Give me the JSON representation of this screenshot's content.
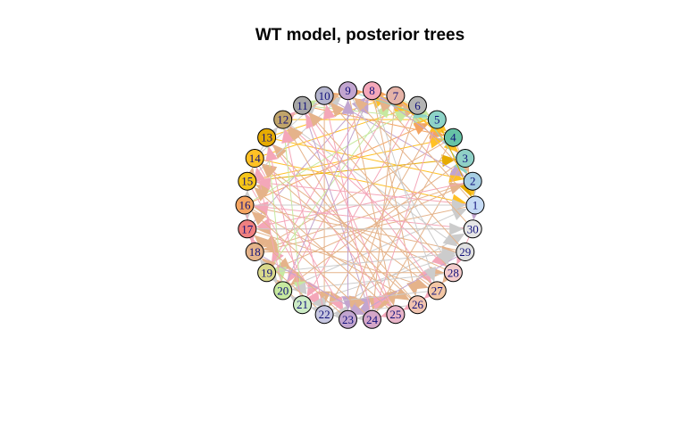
{
  "title": "WT model, posterior trees",
  "graph": {
    "nodes": [
      {
        "id": "1",
        "color": "#c6dbf5"
      },
      {
        "id": "2",
        "color": "#a6cee3"
      },
      {
        "id": "3",
        "color": "#8fd0c6"
      },
      {
        "id": "4",
        "color": "#66c2a5"
      },
      {
        "id": "5",
        "color": "#8dd3c7"
      },
      {
        "id": "6",
        "color": "#b3b3b3"
      },
      {
        "id": "7",
        "color": "#e5b3a8"
      },
      {
        "id": "8",
        "color": "#f4a7b9"
      },
      {
        "id": "9",
        "color": "#c2a5cf"
      },
      {
        "id": "10",
        "color": "#b3b3cc"
      },
      {
        "id": "11",
        "color": "#a6a6a6"
      },
      {
        "id": "12",
        "color": "#c0a46b"
      },
      {
        "id": "13",
        "color": "#e6ab02"
      },
      {
        "id": "14",
        "color": "#ffc125"
      },
      {
        "id": "15",
        "color": "#f5c518"
      },
      {
        "id": "16",
        "color": "#f4a460"
      },
      {
        "id": "17",
        "color": "#f08080"
      },
      {
        "id": "18",
        "color": "#e5b38a"
      },
      {
        "id": "19",
        "color": "#d9d98c"
      },
      {
        "id": "20",
        "color": "#c7e9a0"
      },
      {
        "id": "21",
        "color": "#ccebc5"
      },
      {
        "id": "22",
        "color": "#c6c6e0"
      },
      {
        "id": "23",
        "color": "#c2a5cf"
      },
      {
        "id": "24",
        "color": "#d4a6c8"
      },
      {
        "id": "25",
        "color": "#e8b4c8"
      },
      {
        "id": "26",
        "color": "#f1c4b0"
      },
      {
        "id": "27",
        "color": "#f3c7a5"
      },
      {
        "id": "28",
        "color": "#f4cccc"
      },
      {
        "id": "29",
        "color": "#e0e0e0"
      },
      {
        "id": "30",
        "color": "#e6e6e6"
      }
    ],
    "edges": [
      {
        "from": "14",
        "to": "1",
        "color": "#ffc125"
      },
      {
        "from": "13",
        "to": "2",
        "color": "#ffc125"
      },
      {
        "from": "15",
        "to": "4",
        "color": "#ffc125"
      },
      {
        "from": "12",
        "to": "5",
        "color": "#ffc125"
      },
      {
        "from": "14",
        "to": "6",
        "color": "#ffc125"
      },
      {
        "from": "13",
        "to": "7",
        "color": "#ffc125"
      },
      {
        "from": "15",
        "to": "3",
        "color": "#e6ab02"
      },
      {
        "from": "11",
        "to": "4",
        "color": "#f4a460"
      },
      {
        "from": "10",
        "to": "6",
        "color": "#f4a460"
      },
      {
        "from": "16",
        "to": "5",
        "color": "#f4a460"
      },
      {
        "from": "18",
        "to": "2",
        "color": "#e5b38a"
      },
      {
        "from": "20",
        "to": "1",
        "color": "#cccccc"
      },
      {
        "from": "22",
        "to": "30",
        "color": "#cccccc"
      },
      {
        "from": "21",
        "to": "29",
        "color": "#cccccc"
      },
      {
        "from": "12",
        "to": "29",
        "color": "#cccccc"
      },
      {
        "from": "11",
        "to": "24",
        "color": "#c2a5cf"
      },
      {
        "from": "9",
        "to": "23",
        "color": "#c2a5cf"
      },
      {
        "from": "17",
        "to": "8",
        "color": "#c2a5cf"
      },
      {
        "from": "10",
        "to": "2",
        "color": "#c2a5cf"
      },
      {
        "from": "13",
        "to": "25",
        "color": "#f4a7b9"
      },
      {
        "from": "7",
        "to": "20",
        "color": "#f4a7b9"
      },
      {
        "from": "6",
        "to": "21",
        "color": "#f4a7b9"
      },
      {
        "from": "8",
        "to": "19",
        "color": "#f4a7b9"
      },
      {
        "from": "16",
        "to": "26",
        "color": "#e5b38a"
      },
      {
        "from": "17",
        "to": "27",
        "color": "#e5b38a"
      },
      {
        "from": "19",
        "to": "28",
        "color": "#e5b38a"
      },
      {
        "from": "18",
        "to": "29",
        "color": "#e5b38a"
      },
      {
        "from": "5",
        "to": "22",
        "color": "#e5b38a"
      },
      {
        "from": "4",
        "to": "23",
        "color": "#e5b38a"
      },
      {
        "from": "3",
        "to": "24",
        "color": "#e5b38a"
      },
      {
        "from": "2",
        "to": "19",
        "color": "#e5b38a"
      },
      {
        "from": "1",
        "to": "18",
        "color": "#e5b38a"
      },
      {
        "from": "30",
        "to": "17",
        "color": "#e5b38a"
      },
      {
        "from": "29",
        "to": "16",
        "color": "#e5b38a"
      },
      {
        "from": "28",
        "to": "15",
        "color": "#e5b38a"
      },
      {
        "from": "27",
        "to": "14",
        "color": "#e5b38a"
      },
      {
        "from": "26",
        "to": "13",
        "color": "#e5b38a"
      },
      {
        "from": "25",
        "to": "12",
        "color": "#e5b38a"
      },
      {
        "from": "9",
        "to": "25",
        "color": "#e5b38a"
      },
      {
        "from": "8",
        "to": "26",
        "color": "#e5b38a"
      },
      {
        "from": "7",
        "to": "24",
        "color": "#e5b38a"
      },
      {
        "from": "6",
        "to": "23",
        "color": "#e5b38a"
      },
      {
        "from": "10",
        "to": "22",
        "color": "#e5b38a"
      },
      {
        "from": "3",
        "to": "20",
        "color": "#e5b38a"
      },
      {
        "from": "4",
        "to": "18",
        "color": "#e5b38a"
      },
      {
        "from": "11",
        "to": "27",
        "color": "#f4a7b9"
      },
      {
        "from": "12",
        "to": "28",
        "color": "#f4a7b9"
      },
      {
        "from": "1",
        "to": "15",
        "color": "#f4a7b9"
      },
      {
        "from": "2",
        "to": "17",
        "color": "#f4a7b9"
      },
      {
        "from": "30",
        "to": "16",
        "color": "#f4a7b9"
      },
      {
        "from": "5",
        "to": "24",
        "color": "#f4a7b9"
      },
      {
        "from": "14",
        "to": "23",
        "color": "#f4a7b9"
      },
      {
        "from": "15",
        "to": "22",
        "color": "#f4a7b9"
      },
      {
        "from": "13",
        "to": "20",
        "color": "#c7e9a0"
      },
      {
        "from": "12",
        "to": "21",
        "color": "#c7e9a0"
      },
      {
        "from": "16",
        "to": "6",
        "color": "#c7e9a0"
      },
      {
        "from": "19",
        "to": "7",
        "color": "#c7e9a0"
      },
      {
        "from": "11",
        "to": "5",
        "color": "#c7e9a0"
      },
      {
        "from": "28",
        "to": "20",
        "color": "#cccccc"
      },
      {
        "from": "27",
        "to": "21",
        "color": "#cccccc"
      },
      {
        "from": "17",
        "to": "30",
        "color": "#cccccc"
      },
      {
        "from": "16",
        "to": "1",
        "color": "#cccccc"
      },
      {
        "from": "19",
        "to": "29",
        "color": "#cccccc"
      },
      {
        "from": "26",
        "to": "22",
        "color": "#cccccc"
      },
      {
        "from": "14",
        "to": "10",
        "color": "#cccccc"
      },
      {
        "from": "15",
        "to": "9",
        "color": "#cccccc"
      },
      {
        "from": "18",
        "to": "24",
        "color": "#c2a5cf"
      },
      {
        "from": "23",
        "to": "9",
        "color": "#c2a5cf"
      },
      {
        "from": "20",
        "to": "8",
        "color": "#c2a5cf"
      },
      {
        "from": "3",
        "to": "8",
        "color": "#c2a5cf"
      },
      {
        "from": "29",
        "to": "23",
        "color": "#c2a5cf"
      },
      {
        "from": "25",
        "to": "11",
        "color": "#f4a7b9"
      },
      {
        "from": "24",
        "to": "10",
        "color": "#f4a7b9"
      },
      {
        "from": "22",
        "to": "12",
        "color": "#f4a7b9"
      },
      {
        "from": "21",
        "to": "13",
        "color": "#f4a7b9"
      },
      {
        "from": "20",
        "to": "14",
        "color": "#f4a7b9"
      },
      {
        "from": "2",
        "to": "7",
        "color": "#e5b38a"
      },
      {
        "from": "1",
        "to": "8",
        "color": "#e5b38a"
      },
      {
        "from": "30",
        "to": "9",
        "color": "#e5b38a"
      },
      {
        "from": "29",
        "to": "10",
        "color": "#e5b38a"
      },
      {
        "from": "28",
        "to": "11",
        "color": "#e5b38a"
      },
      {
        "from": "27",
        "to": "12",
        "color": "#e5b38a"
      },
      {
        "from": "26",
        "to": "14",
        "color": "#e5b38a"
      },
      {
        "from": "25",
        "to": "15",
        "color": "#e5b38a"
      },
      {
        "from": "24",
        "to": "16",
        "color": "#e5b38a"
      },
      {
        "from": "23",
        "to": "17",
        "color": "#e5b38a"
      },
      {
        "from": "22",
        "to": "18",
        "color": "#e5b38a"
      },
      {
        "from": "21",
        "to": "19",
        "color": "#e5b38a"
      },
      {
        "from": "9",
        "to": "28",
        "color": "#cccccc"
      },
      {
        "from": "8",
        "to": "27",
        "color": "#cccccc"
      },
      {
        "from": "7",
        "to": "3",
        "color": "#ffc125"
      },
      {
        "from": "8",
        "to": "4",
        "color": "#ffc125"
      },
      {
        "from": "9",
        "to": "5",
        "color": "#8dd3c7"
      },
      {
        "from": "6",
        "to": "2",
        "color": "#8dd3c7"
      },
      {
        "from": "5",
        "to": "1",
        "color": "#e6ab02"
      },
      {
        "from": "11",
        "to": "9",
        "color": "#f4a460"
      },
      {
        "from": "12",
        "to": "10",
        "color": "#c7e9a0"
      },
      {
        "from": "10",
        "to": "8",
        "color": "#f4a460"
      },
      {
        "from": "13",
        "to": "11",
        "color": "#f4a7b9"
      },
      {
        "from": "14",
        "to": "12",
        "color": "#cccccc"
      },
      {
        "from": "16",
        "to": "14",
        "color": "#e5b38a"
      },
      {
        "from": "17",
        "to": "15",
        "color": "#cccccc"
      },
      {
        "from": "19",
        "to": "17",
        "color": "#f4a7b9"
      },
      {
        "from": "20",
        "to": "18",
        "color": "#cccccc"
      },
      {
        "from": "21",
        "to": "20",
        "color": "#cccccc"
      },
      {
        "from": "23",
        "to": "21",
        "color": "#cccccc"
      },
      {
        "from": "25",
        "to": "23",
        "color": "#cccccc"
      },
      {
        "from": "26",
        "to": "24",
        "color": "#f4a7b9"
      },
      {
        "from": "28",
        "to": "26",
        "color": "#f4a7b9"
      },
      {
        "from": "29",
        "to": "27",
        "color": "#e5b38a"
      },
      {
        "from": "1",
        "to": "30",
        "color": "#c2a5cf"
      },
      {
        "from": "2",
        "to": "1",
        "color": "#cccccc"
      },
      {
        "from": "3",
        "to": "1",
        "color": "#ffc125"
      },
      {
        "from": "4",
        "to": "2",
        "color": "#e5b38a"
      },
      {
        "from": "6",
        "to": "4",
        "color": "#ffc125"
      },
      {
        "from": "7",
        "to": "5",
        "color": "#c7e9a0"
      },
      {
        "from": "9",
        "to": "7",
        "color": "#f4a460"
      },
      {
        "from": "12",
        "to": "9",
        "color": "#e5b38a"
      },
      {
        "from": "15",
        "to": "17",
        "color": "#cccccc"
      },
      {
        "from": "16",
        "to": "18",
        "color": "#f4a7b9"
      },
      {
        "from": "18",
        "to": "20",
        "color": "#cccccc"
      },
      {
        "from": "24",
        "to": "22",
        "color": "#cccccc"
      },
      {
        "from": "27",
        "to": "25",
        "color": "#f4a7b9"
      },
      {
        "from": "30",
        "to": "28",
        "color": "#f4a7b9"
      }
    ]
  }
}
